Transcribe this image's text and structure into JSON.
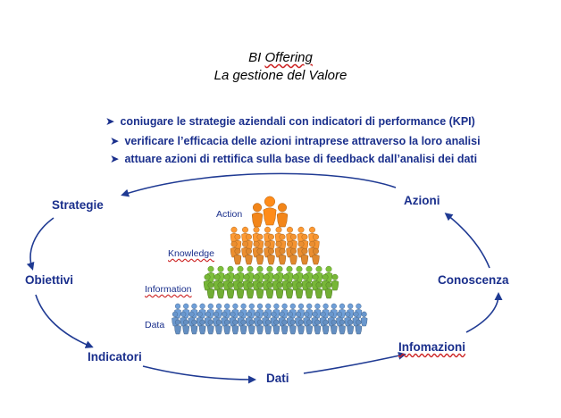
{
  "title": {
    "line1_prefix": "BI ",
    "line1_word": "Offering",
    "line2": "La gestione del Valore"
  },
  "bullets": [
    "coniugare le strategie aziendali con indicatori di performance (KPI)",
    "verificare l’efficacia delle azioni intraprese attraverso la loro analisi",
    "attuare azioni di rettifica sulla base di feedback dall’analisi dei dati"
  ],
  "bullet_icon": "arrow-bullet-icon",
  "cycle": {
    "strategie": "Strategie",
    "obiettivi": "Obiettivi",
    "indicatori": "Indicatori",
    "dati": "Dati",
    "informazioni": "Infomazioni",
    "conoscenza": "Conoscenza",
    "azioni": "Azioni"
  },
  "pyramid": {
    "levels": [
      {
        "label": "Action",
        "color": "#ff8c1a",
        "count": 3
      },
      {
        "label": "Knowledge",
        "color": "#ff9a33",
        "count": 32
      },
      {
        "label": "Information",
        "color": "#7dc13a",
        "count": 40
      },
      {
        "label": "Data",
        "color": "#6f9fd8",
        "count": 70
      }
    ]
  },
  "colors": {
    "text_blue": "#1a2f8c",
    "arrow": "#1f3a93"
  }
}
